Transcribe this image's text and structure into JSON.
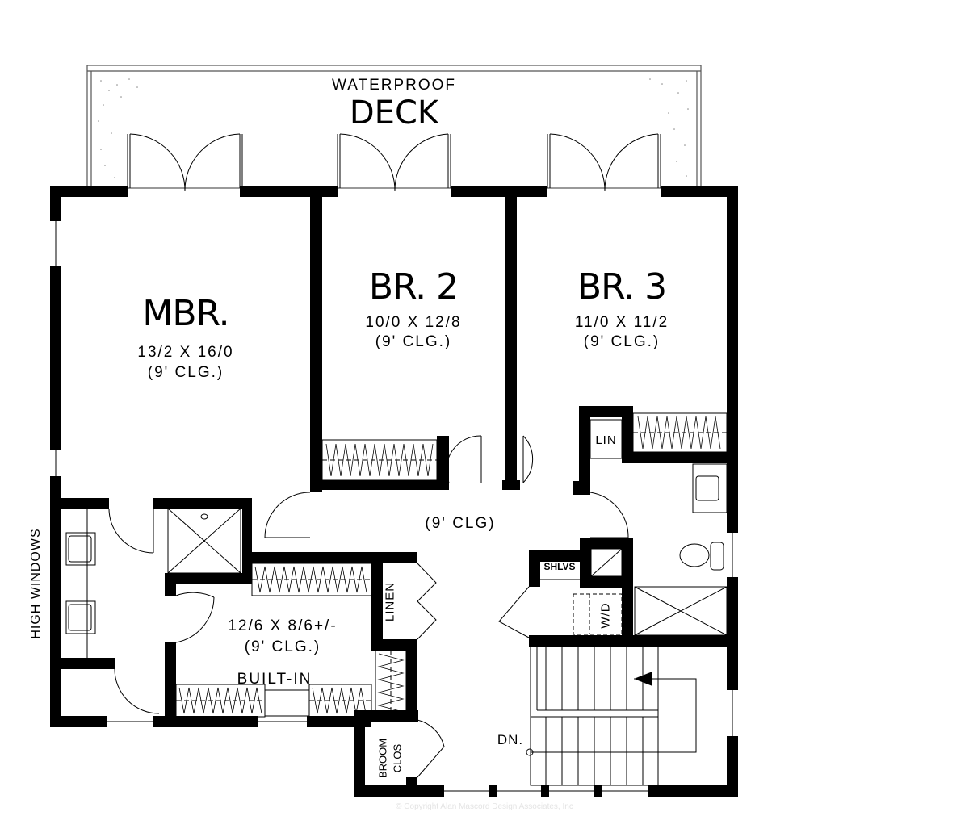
{
  "plan": {
    "deck": {
      "line1": "WATERPROOF",
      "line2": "DECK"
    },
    "rooms": [
      {
        "name": "MBR.",
        "size": "13/2 X 16/0",
        "ceiling": "(9' CLG.)"
      },
      {
        "name": "BR. 2",
        "size": "10/0 X 12/8",
        "ceiling": "(9' CLG.)"
      },
      {
        "name": "BR. 3",
        "size": "11/0 X 11/2",
        "ceiling": "(9' CLG.)"
      }
    ],
    "hall_ceiling": "(9' CLG)",
    "master_closet": {
      "size": "12/6 X 8/6+/-",
      "ceiling": "(9' CLG.)",
      "builtin": "BUILT-IN"
    },
    "labels": {
      "linen": "LINEN",
      "lin": "LIN",
      "shelves": "SHLVS",
      "washer_dryer": "W/D",
      "broom_line1": "BROOM",
      "broom_line2": "CLOS",
      "down": "DN.",
      "high_windows": "HIGH WINDOWS"
    },
    "copyright": "© Copyright Alan Mascord Design Associates, Inc"
  }
}
